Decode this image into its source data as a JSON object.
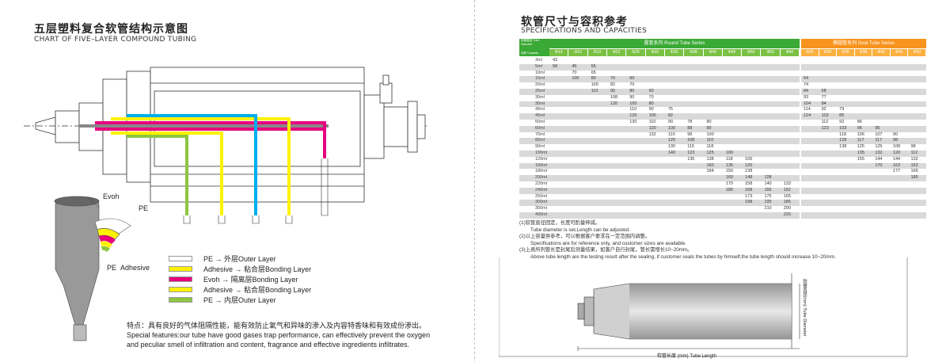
{
  "left": {
    "title_cn": "五层塑料复合软管结构示意图",
    "title_en": "CHART OF FIVE–LAYER COMPOUND TUBING",
    "tube_labels": {
      "evoh": "Evoh",
      "pe_top": "PE",
      "pe_bottom": "PE",
      "adhesive": "Adhesive"
    },
    "legend": [
      {
        "text": "PE → 外层Outer Layer",
        "color": "#ffffff"
      },
      {
        "text": "Adhesive → 粘合层Bonding Layer",
        "color": "#fff200"
      },
      {
        "text": "Evoh → 隔离层Bonding Layer",
        "color": "#e6007e"
      },
      {
        "text": "Adhesive → 粘合层Bonding Layer",
        "color": "#fff200"
      },
      {
        "text": "PE → 内层Outer Layer",
        "color": "#8dc63f"
      }
    ],
    "features_cn": "特点：具有良好的气体阻隔性能，能有效防止氧气和异味的渗入及内容特香味和有效成份渗出。",
    "features_en_1": "Special features:our tube have good gases trap performance, can effectively prevent the oxygen",
    "features_en_2": "and peculiar smell of infiltration and content, fragrance and effective ingredients infiltrates."
  },
  "right": {
    "title_cn": "软管尺寸与容积参考",
    "title_en": "SPECIFICATIONS AND CAPACITIES",
    "header": {
      "corner_top": "软管直径 Tube Diameter",
      "corner_bottom": "容积 Capacity",
      "round_series": "圆管系列 Round Tube Series",
      "oval_series": "椭圆管系列 Oval Tube Series",
      "round_diameters": [
        "Φ13",
        "Φ16",
        "Φ19",
        "Φ22",
        "Φ25",
        "Φ30",
        "Φ35",
        "Φ38",
        "Φ40",
        "Φ45",
        "Φ50",
        "Φ55",
        "Φ60"
      ],
      "oval_diameters": [
        "Φ25",
        "Φ30",
        "Φ35",
        "Φ38",
        "Φ40",
        "Φ45",
        "Φ50"
      ]
    },
    "rows": [
      {
        "cap": "3ml",
        "round": [
          "43",
          "",
          "",
          "",
          "",
          "",
          "",
          "",
          "",
          "",
          "",
          "",
          ""
        ],
        "oval": [
          "",
          "",
          "",
          "",
          "",
          "",
          ""
        ]
      },
      {
        "cap": "5ml",
        "round": [
          "58",
          "45",
          "55",
          "",
          "",
          "",
          "",
          "",
          "",
          "",
          "",
          "",
          ""
        ],
        "oval": [
          "",
          "",
          "",
          "",
          "",
          "",
          ""
        ]
      },
      {
        "cap": "10ml",
        "round": [
          "",
          "70",
          "65",
          "",
          "",
          "",
          "",
          "",
          "",
          "",
          "",
          "",
          ""
        ],
        "oval": [
          "",
          "",
          "",
          "",
          "",
          "",
          ""
        ]
      },
      {
        "cap": "15ml",
        "round": [
          "",
          "100",
          "80",
          "70",
          "60",
          "",
          "",
          "",
          "",
          "",
          "",
          "",
          ""
        ],
        "oval": [
          "64",
          "",
          "",
          "",
          "",
          "",
          ""
        ]
      },
      {
        "cap": "20ml",
        "round": [
          "",
          "",
          "100",
          "82",
          "70",
          "",
          "",
          "",
          "",
          "",
          "",
          "",
          ""
        ],
        "oval": [
          "74",
          "",
          "",
          "",
          "",
          "",
          ""
        ]
      },
      {
        "cap": "25ml",
        "round": [
          "",
          "",
          "110",
          "95",
          "80",
          "60",
          "",
          "",
          "",
          "",
          "",
          "",
          ""
        ],
        "oval": [
          "84",
          "68",
          "",
          "",
          "",
          "",
          ""
        ]
      },
      {
        "cap": "30ml",
        "round": [
          "",
          "",
          "",
          "108",
          "90",
          "70",
          "",
          "",
          "",
          "",
          "",
          "",
          ""
        ],
        "oval": [
          "93",
          "77",
          "",
          "",
          "",
          "",
          ""
        ]
      },
      {
        "cap": "35ml",
        "round": [
          "",
          "",
          "",
          "120",
          "100",
          "80",
          "",
          "",
          "",
          "",
          "",
          "",
          ""
        ],
        "oval": [
          "104",
          "84",
          "",
          "",
          "",
          "",
          ""
        ]
      },
      {
        "cap": "40ml",
        "round": [
          "",
          "",
          "",
          "",
          "110",
          "90",
          "75",
          "",
          "",
          "",
          "",
          "",
          ""
        ],
        "oval": [
          "114",
          "92",
          "79",
          "",
          "",
          "",
          ""
        ]
      },
      {
        "cap": "45ml",
        "round": [
          "",
          "",
          "",
          "",
          "120",
          "100",
          "82",
          "",
          "",
          "",
          "",
          "",
          ""
        ],
        "oval": [
          "124",
          "102",
          "85",
          "",
          "",
          "",
          ""
        ]
      },
      {
        "cap": "50ml",
        "round": [
          "",
          "",
          "",
          "",
          "130",
          "110",
          "90",
          "78",
          "80",
          "",
          "",
          "",
          ""
        ],
        "oval": [
          "",
          "112",
          "92",
          "86",
          "",
          "",
          ""
        ]
      },
      {
        "cap": "60ml",
        "round": [
          "",
          "",
          "",
          "",
          "",
          "120",
          "100",
          "88",
          "90",
          "",
          "",
          "",
          ""
        ],
        "oval": [
          "",
          "123",
          "103",
          "96",
          "95",
          "",
          ""
        ]
      },
      {
        "cap": "70ml",
        "round": [
          "",
          "",
          "",
          "",
          "",
          "132",
          "110",
          "98",
          "100",
          "",
          "",
          "",
          ""
        ],
        "oval": [
          "",
          "",
          "118",
          "106",
          "107",
          "90",
          ""
        ]
      },
      {
        "cap": "80ml",
        "round": [
          "",
          "",
          "",
          "",
          "",
          "",
          "120",
          "108",
          "110",
          "",
          "",
          "",
          ""
        ],
        "oval": [
          "",
          "",
          "128",
          "117",
          "117",
          "98",
          ""
        ]
      },
      {
        "cap": "90ml",
        "round": [
          "",
          "",
          "",
          "",
          "",
          "",
          "130",
          "115",
          "118",
          "",
          "",
          "",
          ""
        ],
        "oval": [
          "",
          "",
          "138",
          "125",
          "125",
          "108",
          "98"
        ]
      },
      {
        "cap": "100ml",
        "round": [
          "",
          "",
          "",
          "",
          "",
          "",
          "140",
          "123",
          "125",
          "100",
          "",
          "",
          ""
        ],
        "oval": [
          "",
          "",
          "",
          "135",
          "132",
          "120",
          "112"
        ]
      },
      {
        "cap": "120ml",
        "round": [
          "",
          "",
          "",
          "",
          "",
          "",
          "",
          "135",
          "138",
          "118",
          "105",
          "",
          ""
        ],
        "oval": [
          "",
          "",
          "",
          "155",
          "144",
          "144",
          "132"
        ]
      },
      {
        "cap": "150ml",
        "round": [
          "",
          "",
          "",
          "",
          "",
          "",
          "",
          "",
          "160",
          "135",
          "120",
          "",
          ""
        ],
        "oval": [
          "",
          "",
          "",
          "",
          "170",
          "163",
          "152"
        ]
      },
      {
        "cap": "180ml",
        "round": [
          "",
          "",
          "",
          "",
          "",
          "",
          "",
          "",
          "184",
          "150",
          "138",
          "",
          ""
        ],
        "oval": [
          "",
          "",
          "",
          "",
          "",
          "177",
          "165"
        ]
      },
      {
        "cap": "200ml",
        "round": [
          "",
          "",
          "",
          "",
          "",
          "",
          "",
          "",
          "",
          "160",
          "148",
          "128",
          ""
        ],
        "oval": [
          "",
          "",
          "",
          "",
          "",
          "",
          "185"
        ]
      },
      {
        "cap": "220ml",
        "round": [
          "",
          "",
          "",
          "",
          "",
          "",
          "",
          "",
          "",
          "170",
          "158",
          "140",
          "133"
        ],
        "oval": [
          "",
          "",
          "",
          "",
          "",
          "",
          ""
        ]
      },
      {
        "cap": "240ml",
        "round": [
          "",
          "",
          "",
          "",
          "",
          "",
          "",
          "",
          "",
          "180",
          "168",
          "155",
          "152"
        ],
        "oval": [
          "",
          "",
          "",
          "",
          "",
          "",
          ""
        ]
      },
      {
        "cap": "250ml",
        "round": [
          "",
          "",
          "",
          "",
          "",
          "",
          "",
          "",
          "",
          "",
          "173",
          "175",
          "165"
        ],
        "oval": [
          "",
          "",
          "",
          "",
          "",
          "",
          ""
        ]
      },
      {
        "cap": "300ml",
        "round": [
          "",
          "",
          "",
          "",
          "",
          "",
          "",
          "",
          "",
          "",
          "198",
          "195",
          "185"
        ],
        "oval": [
          "",
          "",
          "",
          "",
          "",
          "",
          ""
        ]
      },
      {
        "cap": "350ml",
        "round": [
          "",
          "",
          "",
          "",
          "",
          "",
          "",
          "",
          "",
          "",
          "",
          "210",
          "200"
        ],
        "oval": [
          "",
          "",
          "",
          "",
          "",
          "",
          ""
        ]
      },
      {
        "cap": "400ml",
        "round": [
          "",
          "",
          "",
          "",
          "",
          "",
          "",
          "",
          "",
          "",
          "",
          "",
          "220"
        ],
        "oval": [
          "",
          "",
          "",
          "",
          "",
          "",
          ""
        ]
      }
    ],
    "notes": [
      {
        "text": "(1)软管直径固定，长度可酌量伸减。",
        "indent": false
      },
      {
        "text": "Tube diameter is set,Length can be adjusted.",
        "indent": true
      },
      {
        "text": "(2)以上容量供参考，可以根据客户要求在一定范围内调整。",
        "indent": false
      },
      {
        "text": "Specifications are for reference only, and customer sizes are available.",
        "indent": true
      },
      {
        "text": "(3)上表所列管长是封尾后测量结果，如客户自行封尾，管长需增长10~20mm。",
        "indent": false
      },
      {
        "text": "Above tube length are the testing result after the sealing, if customer seals the tubes by himself,the tube length should increase 10~20mm.",
        "indent": true
      }
    ],
    "drawing": {
      "diameter_label_cn": "软管直径(mm)",
      "diameter_label_en": "Tube Diameter",
      "length_label": "软管长度 (mm) Tube Length"
    }
  },
  "colors": {
    "green_header": "#3aa935",
    "orange_header": "#f7941d",
    "light_green": "#7ac143",
    "light_orange": "#fbb040",
    "pe": "#ffffff",
    "adhesive": "#fff200",
    "evoh": "#e6007e",
    "inner_pe": "#8dc63f",
    "blue": "#00aeef"
  }
}
